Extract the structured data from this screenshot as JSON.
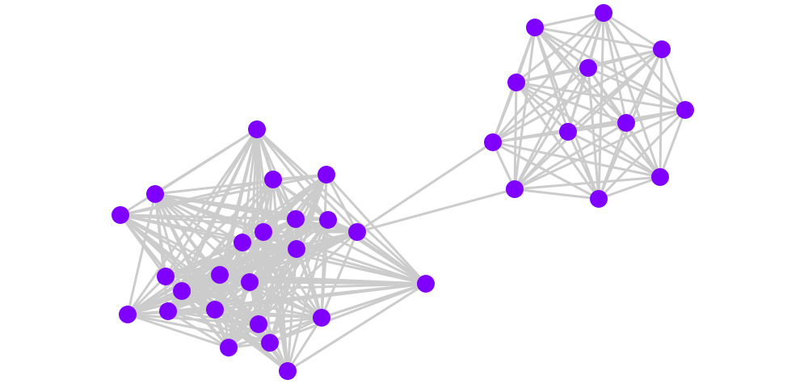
{
  "graph": {
    "node_color": "#7f00ff",
    "edge_color": "#cccccc",
    "clusters": [
      {
        "name": "left-cluster",
        "node_count": 24,
        "edge_density": 0.85
      },
      {
        "name": "right-cluster",
        "node_count": 11,
        "edge_density": 1.0
      }
    ],
    "bridge_edges": [
      {
        "from": "left-cluster",
        "to": "right-cluster",
        "count": 2
      }
    ]
  }
}
